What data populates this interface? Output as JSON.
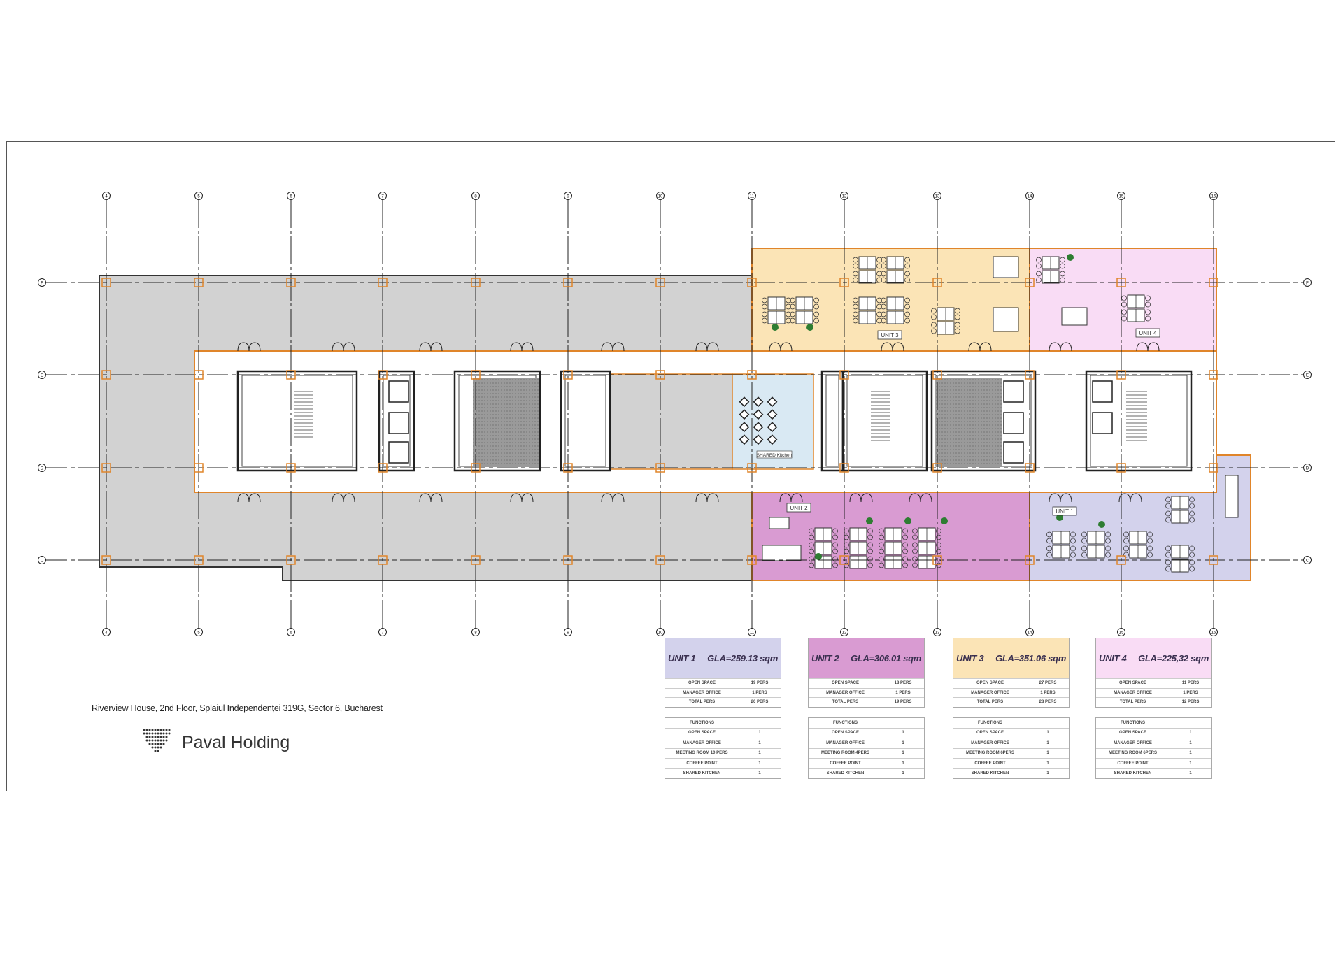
{
  "document": {
    "address": "Riverview House, 2nd Floor, Splaiul Independenței 319G, Sector 6, Bucharest",
    "company": "Paval Holding"
  },
  "grid": {
    "columns": [
      "4",
      "5",
      "6",
      "7",
      "8",
      "9",
      "10",
      "11",
      "12",
      "13",
      "14",
      "15",
      "16"
    ],
    "rows": [
      "F",
      "E",
      "D",
      "C"
    ]
  },
  "plan_labels": {
    "unit1": "UNIT 1",
    "unit2": "UNIT 2",
    "unit3": "UNIT 3",
    "unit4": "UNIT 4",
    "kitchen": "SHARED Kitchen"
  },
  "colors": {
    "unit1": "#d3d2ec",
    "unit2": "#d99bd2",
    "unit3": "#fbe4b6",
    "unit4": "#f9dcf5",
    "kitchen": "#d9e9f3",
    "slab": "#d2d2d2",
    "walls": "#e0852a"
  },
  "units": [
    {
      "name": "UNIT 1",
      "gla": "GLA=259.13 sqm",
      "color": "#d3d2ec",
      "rows": [
        [
          "OPEN SPACE",
          "19 PERS"
        ],
        [
          "MANAGER OFFICE",
          "1 PERS"
        ],
        [
          "TOTAL PERS",
          "20 PERS"
        ]
      ],
      "functions": [
        [
          "FUNCTIONS",
          ""
        ],
        [
          "OPEN SPACE",
          "1"
        ],
        [
          "MANAGER OFFICE",
          "1"
        ],
        [
          "MEETING ROOM 10 PERS",
          "1"
        ],
        [
          "COFFEE POINT",
          "1"
        ],
        [
          "SHARED KITCHEN",
          "1"
        ]
      ]
    },
    {
      "name": "UNIT 2",
      "gla": "GLA=306.01 sqm",
      "color": "#d99bd2",
      "rows": [
        [
          "OPEN SPACE",
          "18 PERS"
        ],
        [
          "MANAGER OFFICE",
          "1 PERS"
        ],
        [
          "TOTAL PERS",
          "19 PERS"
        ]
      ],
      "functions": [
        [
          "FUNCTIONS",
          ""
        ],
        [
          "OPEN SPACE",
          "1"
        ],
        [
          "MANAGER OFFICE",
          "1"
        ],
        [
          "MEETING ROOM 4PERS",
          "1"
        ],
        [
          "COFFEE POINT",
          "1"
        ],
        [
          "SHARED KITCHEN",
          "1"
        ]
      ]
    },
    {
      "name": "UNIT 3",
      "gla": "GLA=351.06 sqm",
      "color": "#fbe4b6",
      "rows": [
        [
          "OPEN SPACE",
          "27 PERS"
        ],
        [
          "MANAGER OFFICE",
          "1 PERS"
        ],
        [
          "TOTAL PERS",
          "28 PERS"
        ]
      ],
      "functions": [
        [
          "FUNCTIONS",
          ""
        ],
        [
          "OPEN SPACE",
          "1"
        ],
        [
          "MANAGER OFFICE",
          "1"
        ],
        [
          "MEETING ROOM 6PERS",
          "1"
        ],
        [
          "COFFEE POINT",
          "1"
        ],
        [
          "SHARED KITCHEN",
          "1"
        ]
      ]
    },
    {
      "name": "UNIT 4",
      "gla": "GLA=225,32 sqm",
      "color": "#f9dcf5",
      "rows": [
        [
          "OPEN SPACE",
          "11 PERS"
        ],
        [
          "MANAGER OFFICE",
          "1 PERS"
        ],
        [
          "TOTAL PERS",
          "12 PERS"
        ]
      ],
      "functions": [
        [
          "FUNCTIONS",
          ""
        ],
        [
          "OPEN SPACE",
          "1"
        ],
        [
          "MANAGER OFFICE",
          "1"
        ],
        [
          "MEETING ROOM 6PERS",
          "1"
        ],
        [
          "COFFEE POINT",
          "1"
        ],
        [
          "SHARED KITCHEN",
          "1"
        ]
      ]
    }
  ]
}
